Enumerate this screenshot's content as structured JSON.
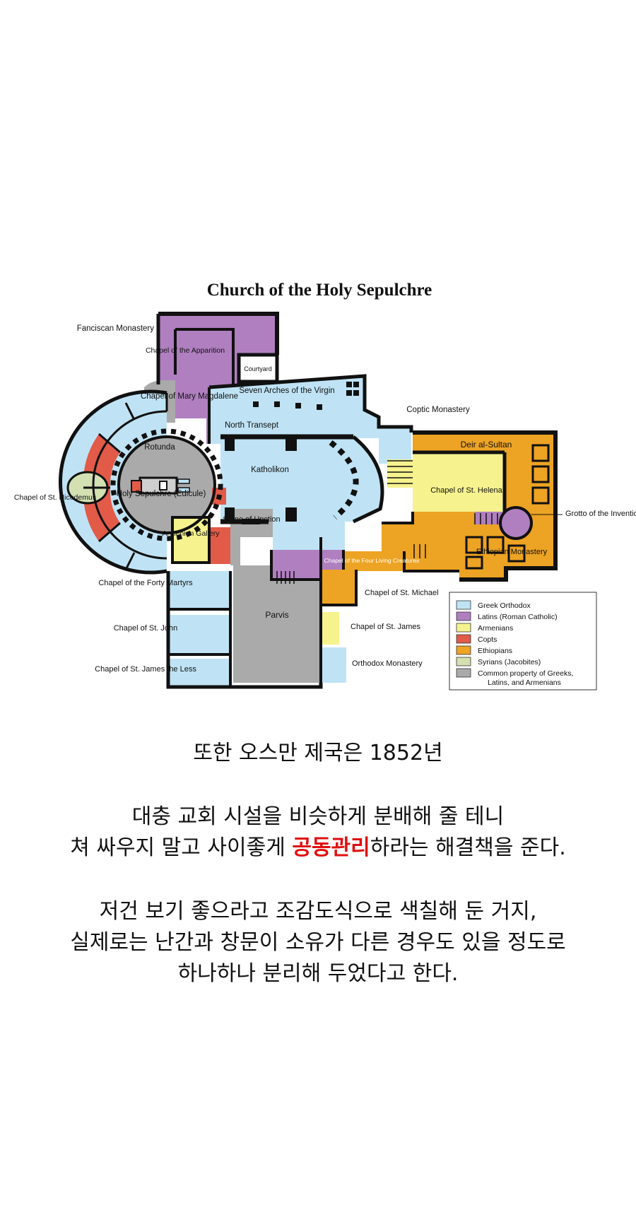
{
  "diagram": {
    "title": "Church of the Holy Sepulchre",
    "colors": {
      "greek": "#bfe3f5",
      "latin": "#b07fc0",
      "armenian": "#f6f28e",
      "copt": "#e25a48",
      "ethiopian": "#eda323",
      "syrian": "#d2e0b2",
      "common": "#aaaaaa",
      "wall": "#111111"
    },
    "labels": {
      "franciscan": "Fanciscan Monastery",
      "apparition": "Chapel of the Apparition",
      "courtyard": "Courtyard",
      "mary": "Chapel of Mary Magdalene",
      "seven_arches": "Seven Arches of the Virgin",
      "north_transept": "North Transept",
      "coptic_monastery": "Coptic Monastery",
      "rotunda": "Rotunda",
      "katholikon": "Katholikon",
      "deir": "Deir al-Sultan",
      "nicodemus": "Chapel of St. Nicodemus",
      "edicule": "Holy Sepulchre (Edicule)",
      "helena": "Chapel of St. Helena",
      "stone": "Stone of Unction",
      "grotto": "Grotto of the Invention of the Cross",
      "armenian_gallery": "Armenian Gallery",
      "four_living": "Chapel of the Four Living Creatures",
      "ethiopian_monastery": "Ethiopian Monastery",
      "forty": "Chapel of the Forty Martyrs",
      "michael": "Chapel of St. Michael",
      "parvis": "Parvis",
      "john": "Chapel of St. John",
      "james": "Chapel of St. James",
      "james_less": "Chapel of St. James the Less",
      "orthodox_monastery": "Orthodox Monastery"
    },
    "legend": [
      {
        "key": "greek",
        "label": "Greek Orthodox"
      },
      {
        "key": "latin",
        "label": "Latins (Roman Catholic)"
      },
      {
        "key": "armenian",
        "label": "Armenians"
      },
      {
        "key": "copt",
        "label": "Copts"
      },
      {
        "key": "ethiopian",
        "label": "Ethiopians"
      },
      {
        "key": "syrian",
        "label": "Syrians (Jacobites)"
      },
      {
        "key": "common",
        "label": "Common property of Greeks, Latins, and Armenians"
      }
    ]
  },
  "captions": {
    "line1": "또한 오스만 제국은 1852년",
    "line2": "대충 교회 시설을 비슷하게 분배해 줄 테니",
    "line3_pre": "쳐 싸우지 말고 사이좋게 ",
    "line3_highlight": "공동관리",
    "line3_post": "하라는 해결책을 준다.",
    "line4": "저건 보기 좋으라고 조감도식으로 색칠해 둔 거지,",
    "line5": "실제로는 난간과 창문이 소유가 다른 경우도 있을 정도로",
    "line6": "하나하나 분리해 두었다고 한다."
  }
}
